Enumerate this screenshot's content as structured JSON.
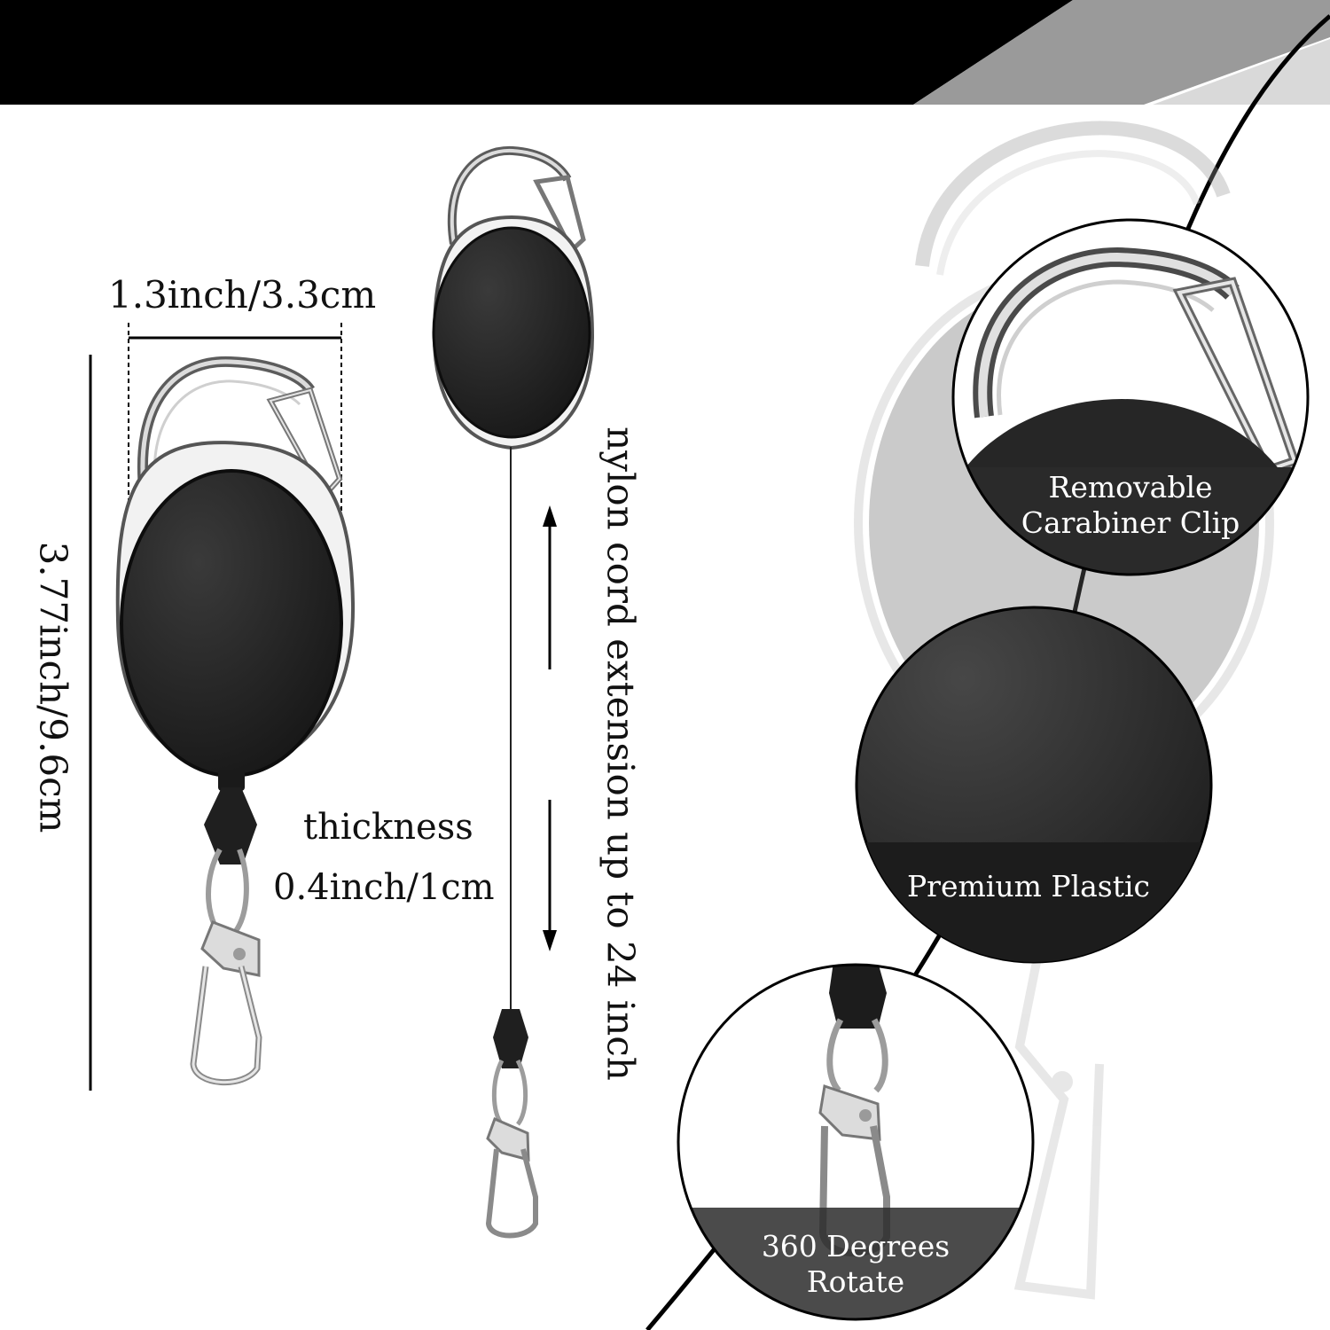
{
  "dimensions": {
    "width_label": "1.3inch/3.3cm",
    "height_label": "3.77inch/9.6cm",
    "thickness_label": "thickness",
    "thickness_value": "0.4inch/1cm"
  },
  "cord": {
    "extension_label": "nylon cord extension up to 24 inch"
  },
  "features": [
    {
      "label_line1": "Removable",
      "label_line2": "Carabiner Clip"
    },
    {
      "label_line1": "Premium Plastic"
    },
    {
      "label_line1": "360 Degrees",
      "label_line2": "Rotate"
    }
  ],
  "colors": {
    "banner": "#000000",
    "badge_body": "#2a2a2a",
    "metal": "#b8b8b8"
  }
}
